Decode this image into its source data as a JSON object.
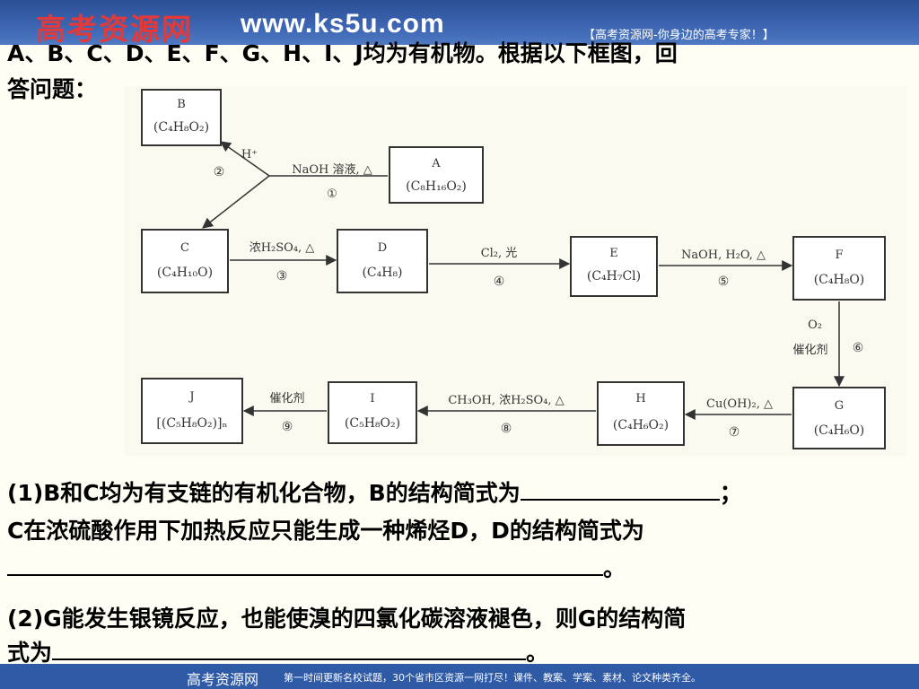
{
  "header": {
    "logo": "高考资源网",
    "url": "www.ks5u.com",
    "slogan": "【高考资源网-你身边的高考专家！】"
  },
  "question": {
    "line1": "A、B、C、D、E、F、G、H、I、J均为有机物。根据以下框图，回",
    "line2": "答问题："
  },
  "diagram": {
    "boxes": {
      "B": {
        "letter": "B",
        "formula": "(C₄H₈O₂)"
      },
      "A": {
        "letter": "A",
        "formula": "(C₈H₁₆O₂)"
      },
      "C": {
        "letter": "C",
        "formula": "(C₄H₁₀O)"
      },
      "D": {
        "letter": "D",
        "formula": "(C₄H₈)"
      },
      "E": {
        "letter": "E",
        "formula": "(C₄H₇Cl)"
      },
      "F": {
        "letter": "F",
        "formula": "(C₄H₈O)"
      },
      "G": {
        "letter": "G",
        "formula": "(C₄H₆O)"
      },
      "H": {
        "letter": "H",
        "formula": "(C₄H₆O₂)"
      },
      "I": {
        "letter": "I",
        "formula": "(C₅H₈O₂)"
      },
      "J": {
        "letter": "J",
        "formula": "[(C₅H₈O₂)]ₙ"
      }
    },
    "arrows": {
      "a1_cond": "NaOH 溶液, △",
      "a1_num": "①",
      "a2_cond": "H⁺",
      "a2_num": "②",
      "a3_cond": "浓H₂SO₄, △",
      "a3_num": "③",
      "a4_cond": "Cl₂, 光",
      "a4_num": "④",
      "a5_cond": "NaOH, H₂O, △",
      "a5_num": "⑤",
      "a6_cond1": "O₂",
      "a6_cond2": "催化剂",
      "a6_num": "⑥",
      "a7_cond": "Cu(OH)₂, △",
      "a7_num": "⑦",
      "a8_cond": "CH₃OH, 浓H₂SO₄, △",
      "a8_num": "⑧",
      "a9_cond": "催化剂",
      "a9_num": "⑨"
    }
  },
  "part1": {
    "line1": "(1)B和C均为有支链的有机化合物，B的结构简式为",
    "line1_end": "；",
    "line2": "C在浓硫酸作用下加热反应只能生成一种烯烃D，D的结构简式为",
    "line3_end": "。"
  },
  "part2": {
    "line1": "(2)G能发生银镜反应，也能使溴的四氯化碳溶液褪色，则G的结构简",
    "line2": "式为",
    "line2_end": "。"
  },
  "footer": {
    "brand": "高考资源网",
    "text": "第一时间更新名校试题，30个省市区资源一网打尽！课件、教案、学案、素材、论文种类齐全。"
  }
}
